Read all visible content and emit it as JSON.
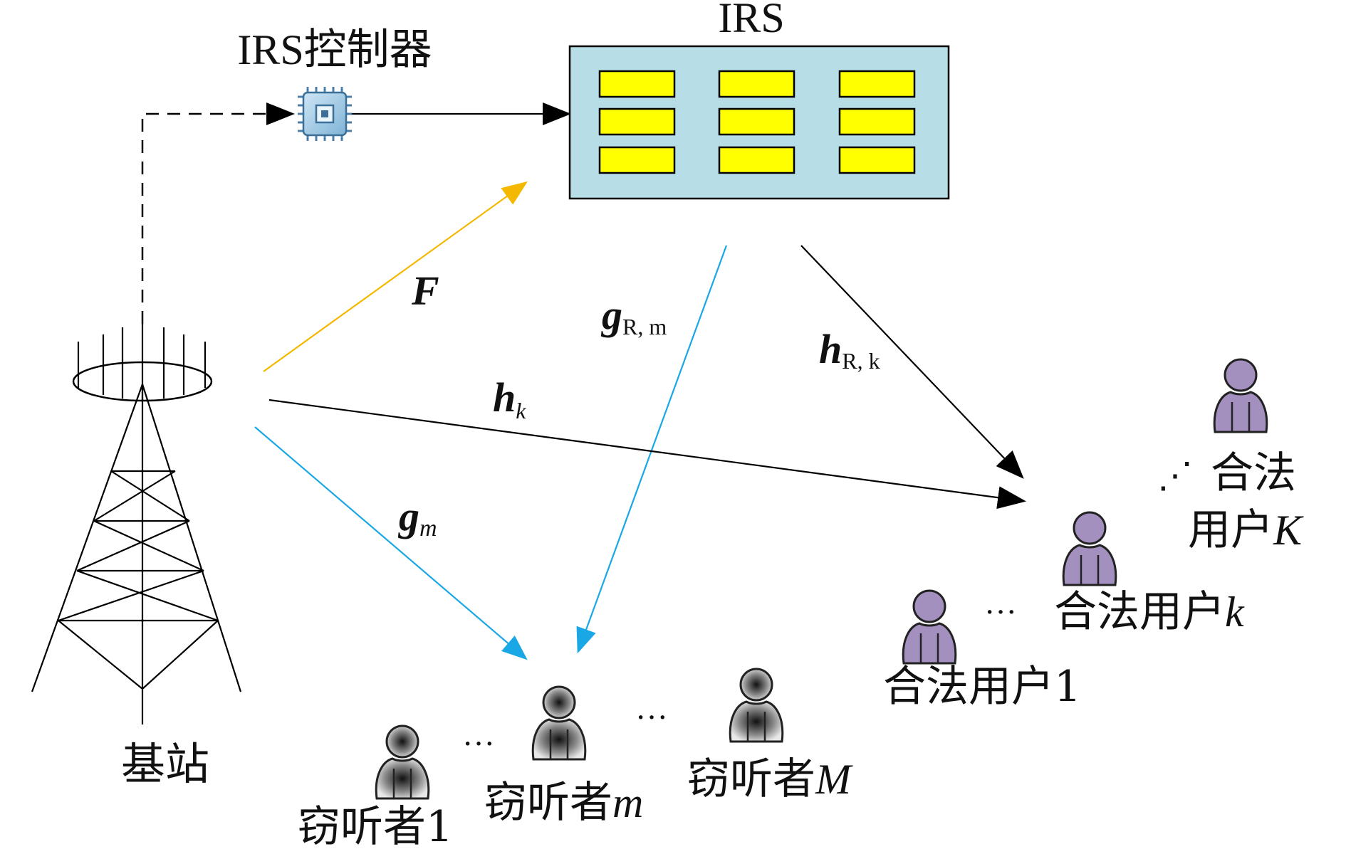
{
  "labels": {
    "base_station": "基站",
    "irs": "IRS",
    "irs_controller": "IRS控制器",
    "eve_1": "窃听者1",
    "eve_m_text": "窃听者",
    "eve_m_var": "m",
    "eve_M_text": "窃听者",
    "eve_M_var": "M",
    "user_1": "合法用户1",
    "user_k_text": "合法用户",
    "user_k_var": "k",
    "user_K_line1": "合法",
    "user_K_line2": "用户",
    "user_K_var": "K",
    "ellipsis": "···",
    "diag_ellipsis": "⋰"
  },
  "channels": {
    "F": "F",
    "g_m": {
      "sym": "g",
      "sub": "m"
    },
    "g_Rm": {
      "sym": "g",
      "sub": "R, m"
    },
    "h_k": {
      "sym": "h",
      "sub": "k"
    },
    "h_Rk": {
      "sym": "h",
      "sub": "R, k"
    }
  },
  "colors": {
    "link_F": "#f5b800",
    "link_eve": "#1aa7e6",
    "link_user": "#000000",
    "irs_panel": "#b7dde6",
    "irs_element": "#ffff00",
    "user_purple": "#a390bf",
    "eve_gray": "#777777"
  }
}
